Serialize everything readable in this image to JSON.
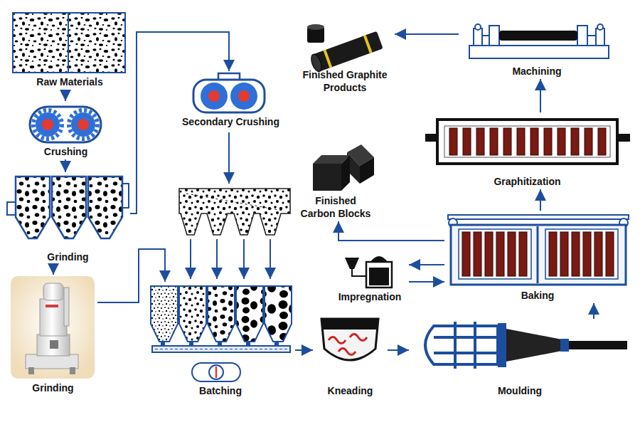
{
  "diagram": {
    "nodes": [
      {
        "text": [
          "Raw Materials"
        ]
      },
      {
        "text": [
          "Crushing"
        ]
      },
      {
        "text": [
          "Grinding"
        ]
      },
      {
        "text": [
          "Grinding"
        ]
      },
      {
        "text": [
          "Secondary Crushing"
        ]
      },
      {
        "text": [
          "Batching"
        ]
      },
      {
        "text": [
          "Kneading"
        ]
      },
      {
        "text": [
          "Moulding"
        ]
      },
      {
        "text": [
          "Baking"
        ]
      },
      {
        "text": [
          "Impregnation"
        ]
      },
      {
        "text": [
          "Finished Carbon Blocks"
        ]
      },
      {
        "text": [
          "Graphitization"
        ]
      },
      {
        "text": [
          "Machining"
        ]
      },
      {
        "text": [
          "Finished Graphite Products"
        ]
      }
    ],
    "edges": [
      {
        "from": 0,
        "to": 1,
        "arrow": "to"
      },
      {
        "from": 1,
        "to": 2,
        "arrow": "to"
      },
      {
        "from": 2,
        "to": 3,
        "arrow": "to"
      },
      {
        "from": 2,
        "to": 4,
        "arrow": "to"
      },
      {
        "from": 3,
        "to": 5,
        "arrow": "to"
      },
      {
        "from": 5,
        "to": 6,
        "arrow": "to"
      },
      {
        "from": 6,
        "to": 7,
        "arrow": "to"
      },
      {
        "from": 7,
        "to": 8,
        "arrow": "to"
      },
      {
        "from": 8,
        "to": 9,
        "arrow": "to"
      },
      {
        "from": 9,
        "to": 8,
        "arrow": "to"
      },
      {
        "from": 8,
        "to": 10,
        "arrow": "to"
      },
      {
        "from": 8,
        "to": 11,
        "arrow": "to"
      },
      {
        "from": 11,
        "to": 12,
        "arrow": "to"
      },
      {
        "from": 12,
        "to": 13,
        "arrow": "to"
      }
    ]
  }
}
